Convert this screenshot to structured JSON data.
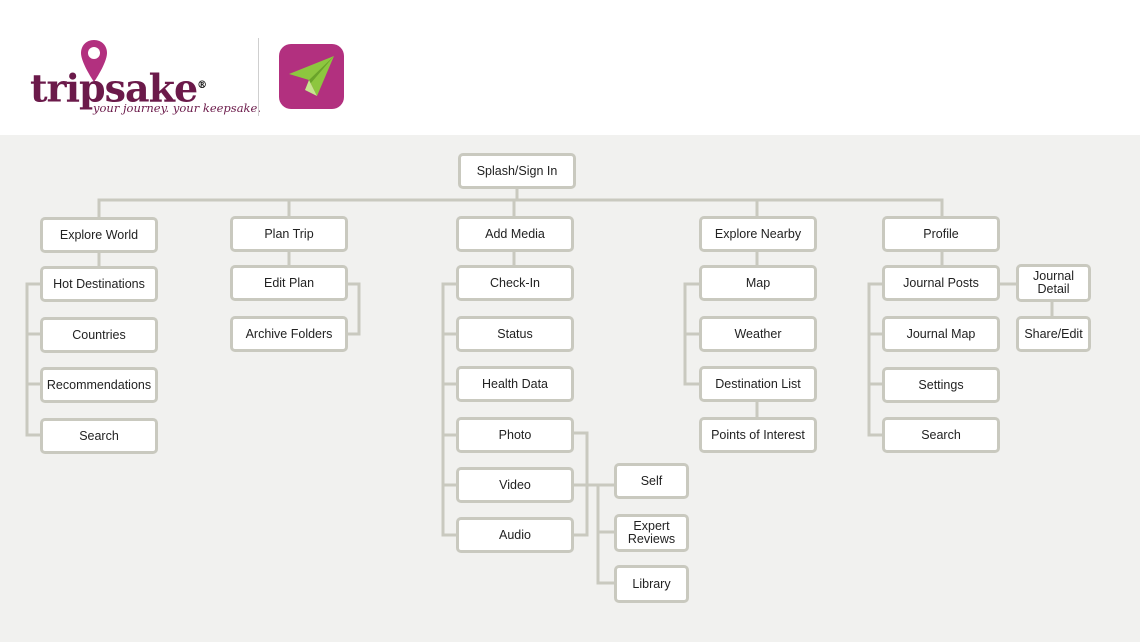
{
  "brand": {
    "logo_icon": "map-pin-icon",
    "logo_part1": "trip",
    "logo_part2": "sake",
    "registered": "®",
    "tagline": "your journey. your keepsake.",
    "app_icon": "paper-plane-icon",
    "colors": {
      "primary": "#6b1a4a",
      "app_icon_bg": "#b2307f",
      "plane": "#8dc63f"
    }
  },
  "diagram": {
    "root": "Splash/Sign In",
    "explore_world": {
      "title": "Explore World",
      "items": [
        "Hot Destinations",
        "Countries",
        "Recommendations",
        "Search"
      ]
    },
    "plan_trip": {
      "title": "Plan Trip",
      "items": [
        "Edit Plan",
        "Archive Folders"
      ]
    },
    "add_media": {
      "title": "Add Media",
      "items": [
        "Check-In",
        "Status",
        "Health Data",
        "Photo",
        "Video",
        "Audio"
      ],
      "sources": [
        "Self",
        "Expert Reviews",
        "Library"
      ]
    },
    "explore_nearby": {
      "title": "Explore Nearby",
      "items": [
        "Map",
        "Weather",
        "Destination List",
        "Points of Interest"
      ]
    },
    "profile": {
      "title": "Profile",
      "items": [
        "Journal Posts",
        "Journal Map",
        "Settings",
        "Search"
      ],
      "journal_items": [
        "Journal Detail",
        "Share/Edit"
      ]
    },
    "colors": {
      "box_border": "#c9c9bf",
      "connector": "#c9c9bf",
      "background": "#f1f1ef"
    }
  }
}
